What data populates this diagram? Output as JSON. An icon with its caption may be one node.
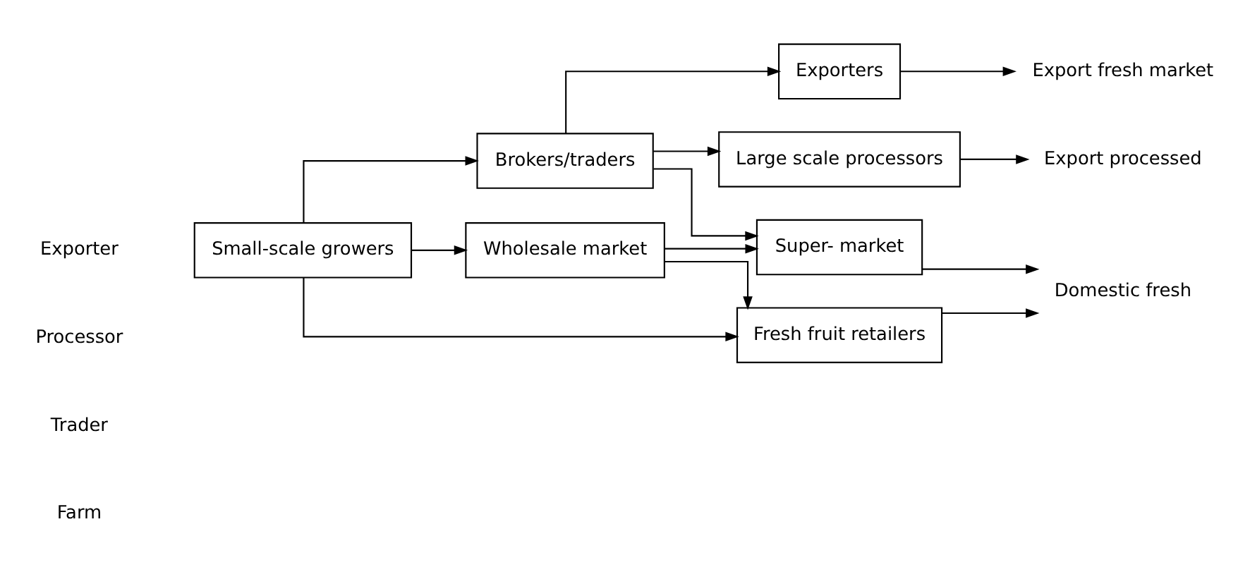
{
  "diagram": {
    "nodes": [
      {
        "text": [
          "Exporters"
        ]
      },
      {
        "text": [
          "Export fresh market"
        ]
      },
      {
        "text": [
          "Large scale processors"
        ]
      },
      {
        "text": [
          "Export processed"
        ]
      },
      {
        "text": [
          "Brokers/traders"
        ]
      },
      {
        "text": [
          "Wholesale market"
        ]
      },
      {
        "text": [
          "Super- market"
        ]
      },
      {
        "text": [
          "Domestic fresh"
        ]
      },
      {
        "text": [
          "Fresh fruit retailers"
        ]
      },
      {
        "text": [
          "Small-scale growers"
        ]
      }
    ],
    "edges": [
      {
        "from": 0,
        "to": 1,
        "arrow": "to"
      },
      {
        "from": 4,
        "to": 0,
        "arrow": "to"
      },
      {
        "from": 4,
        "to": 2,
        "arrow": "to"
      },
      {
        "from": 4,
        "to": 6,
        "arrow": "to"
      },
      {
        "from": 2,
        "to": 3,
        "arrow": "to"
      },
      {
        "from": 9,
        "to": 4,
        "arrow": "to"
      },
      {
        "from": 9,
        "to": 5,
        "arrow": "to"
      },
      {
        "from": 5,
        "to": 6,
        "arrow": "to"
      },
      {
        "from": 5,
        "to": 8,
        "arrow": "to"
      },
      {
        "from": 9,
        "to": 8,
        "arrow": "to"
      },
      {
        "from": 6,
        "to": 7,
        "arrow": "to"
      },
      {
        "from": 8,
        "to": 7,
        "arrow": "to"
      }
    ],
    "labels": [
      "Exporter",
      "Processor",
      "Trader",
      "Farm"
    ]
  }
}
